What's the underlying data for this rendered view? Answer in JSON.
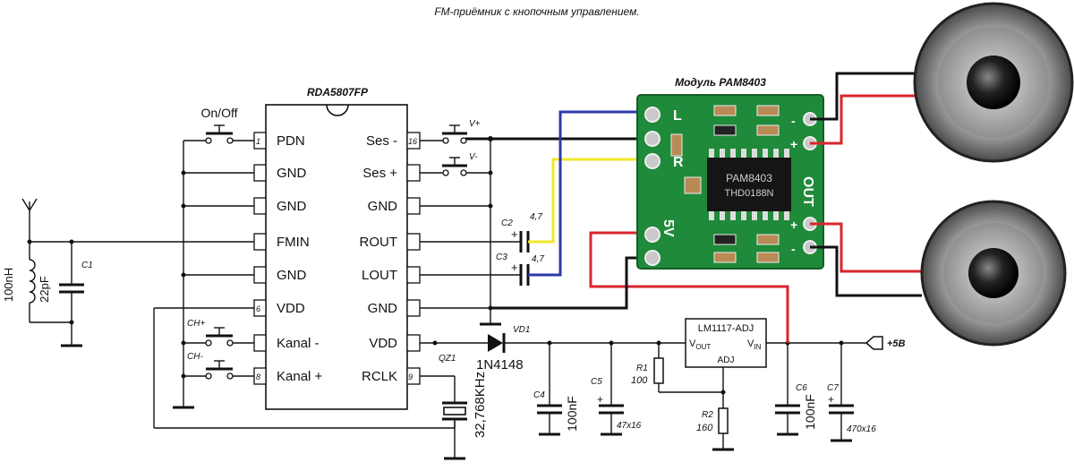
{
  "title": "FM-приёмник с кнопочным управлением.",
  "chip": {
    "name": "RDA5807FP",
    "left_pins": [
      {
        "num": "1",
        "label": "PDN"
      },
      {
        "num": "",
        "label": "GND"
      },
      {
        "num": "",
        "label": "GND"
      },
      {
        "num": "",
        "label": "FMIN"
      },
      {
        "num": "",
        "label": "GND"
      },
      {
        "num": "6",
        "label": "VDD"
      },
      {
        "num": "",
        "label": "Kanal -"
      },
      {
        "num": "8",
        "label": "Kanal +"
      }
    ],
    "right_pins": [
      {
        "num": "16",
        "label": "Ses -"
      },
      {
        "num": "",
        "label": "Ses +"
      },
      {
        "num": "",
        "label": "GND"
      },
      {
        "num": "",
        "label": "ROUT"
      },
      {
        "num": "",
        "label": "LOUT"
      },
      {
        "num": "",
        "label": "GND"
      },
      {
        "num": "",
        "label": "VDD"
      },
      {
        "num": "9",
        "label": "RCLK"
      }
    ]
  },
  "buttons": {
    "onoff": "On/Off",
    "vplus": "V+",
    "vminus": "V-",
    "chplus": "CH+",
    "chminus": "CH-"
  },
  "antenna": {
    "inductor": "100nH",
    "cap_value": "22pF",
    "cap_ref": "C1"
  },
  "caps": {
    "c2_ref": "C2",
    "c2_val": "4,7",
    "c3_ref": "C3",
    "c3_val": "4,7",
    "c4_ref": "C4",
    "c4_val": "100nF",
    "c5_ref": "C5",
    "c5_val": "47x16",
    "c6_ref": "C6",
    "c6_val": "100nF",
    "c7_ref": "C7",
    "c7_val": "470x16"
  },
  "diode": {
    "ref": "VD1",
    "part": "1N4148"
  },
  "crystal": {
    "ref": "QZ1",
    "freq": "32,768KHz"
  },
  "regulator": {
    "name": "LM1117-ADJ",
    "vout": "V",
    "vout_sub": "OUT",
    "vin": "V",
    "vin_sub": "IN",
    "adj": "ADJ"
  },
  "resistors": {
    "r1_ref": "R1",
    "r1_val": "100",
    "r2_ref": "R2",
    "r2_val": "160"
  },
  "power": {
    "label": "+5В"
  },
  "module": {
    "title": "Модуль PAM8403",
    "chip_line1": "PAM8403",
    "chip_line2": "THD0188N",
    "pad_l": "L",
    "pad_r": "R",
    "pad_5v": "5V",
    "pad_out": "OUT",
    "plus": "+",
    "minus": "-"
  },
  "colors": {
    "wire": "#111111",
    "blue_wire": "#2b3aa8",
    "yellow_wire": "#f2e629",
    "red_wire": "#d8262c",
    "pcb": "#1f8a3a"
  }
}
